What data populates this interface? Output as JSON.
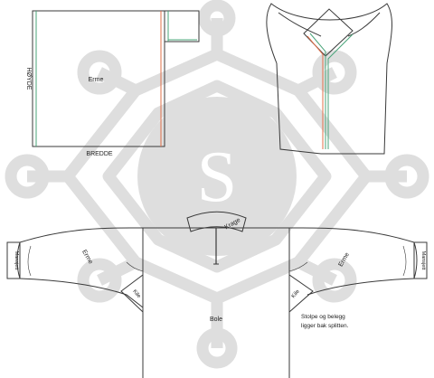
{
  "colors": {
    "outline": "#3a3a3a",
    "watermark": "#dedede",
    "green_line": "#4aa57a",
    "orange_line": "#e0704a",
    "background": "#ffffff"
  },
  "labels": {
    "erme_top": "Erme",
    "hoyde": "HØYDE",
    "bredde": "BREDDE",
    "krage": "Krage",
    "erme_left": "Erme",
    "erme_right": "Erme",
    "mansjett_left": "Mansjett",
    "mansjett_right": "Mansjett",
    "kile_left": "Kile",
    "kile_right": "Kile",
    "bole": "Bole",
    "note_line1": "Stolpe og belegg",
    "note_line2": "ligger bak splitten."
  },
  "watermark": {
    "letter": "S"
  }
}
